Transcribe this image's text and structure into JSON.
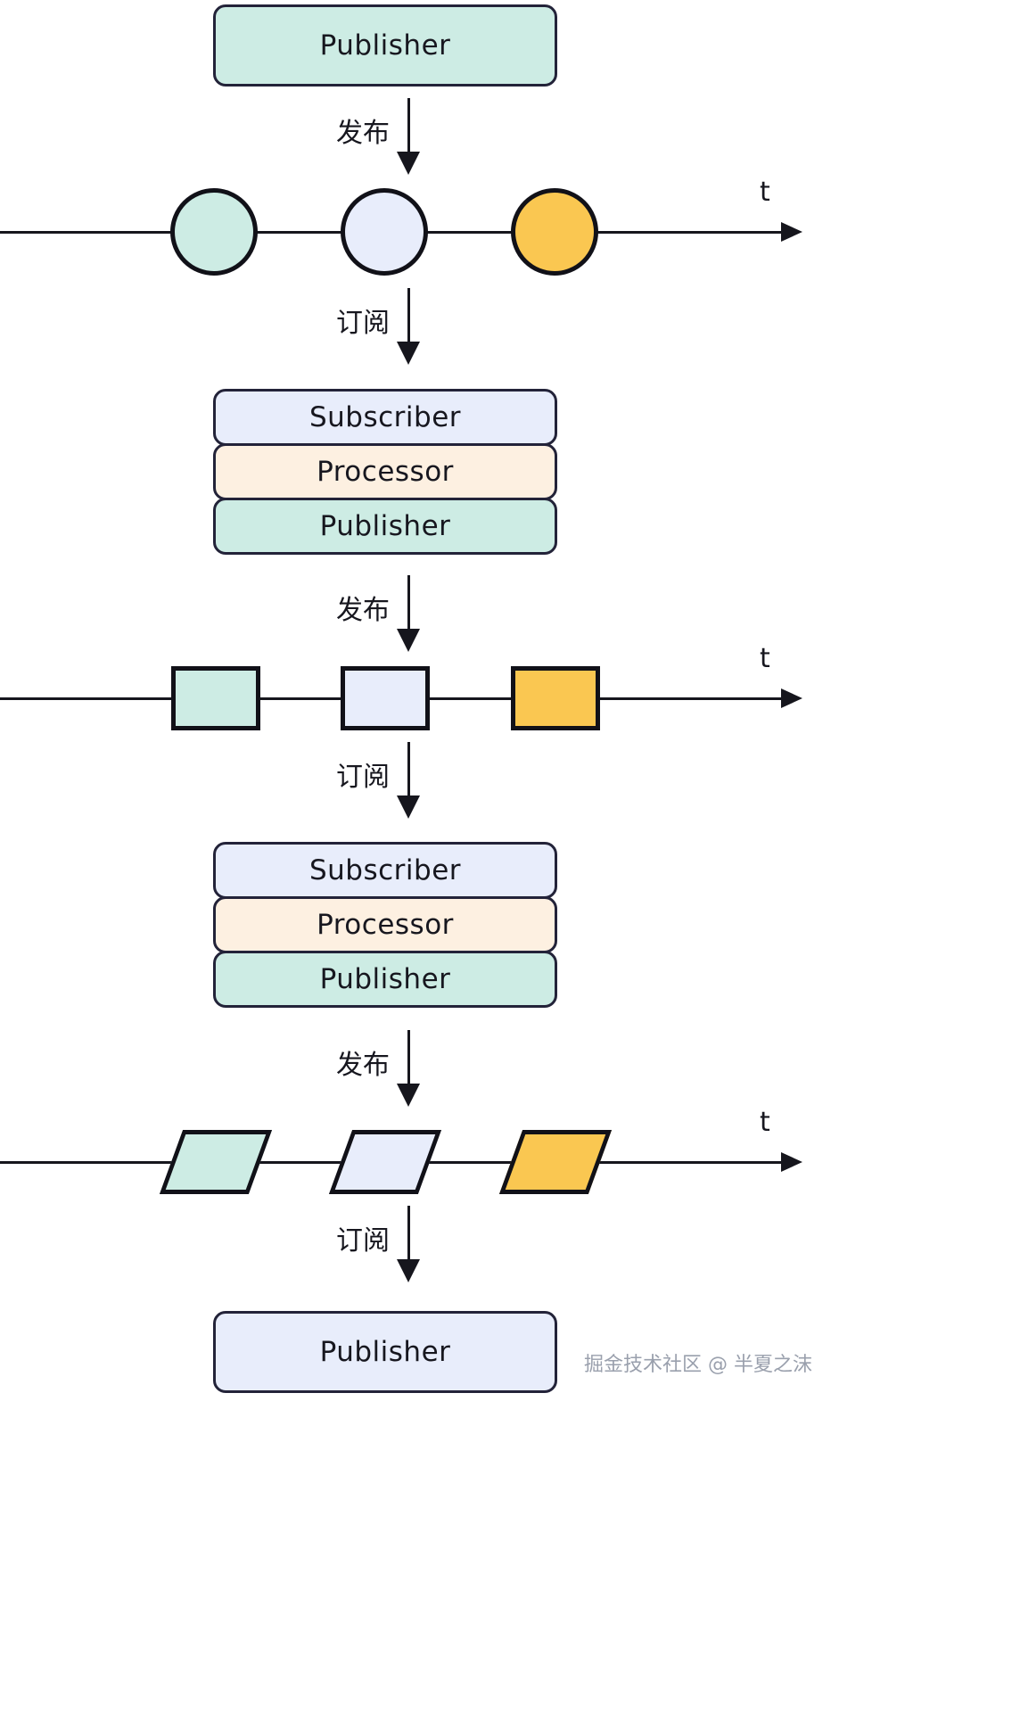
{
  "diagram": {
    "title": "Reactive Streams Publisher-Processor-Subscriber chain",
    "palette": {
      "mint": "#cdece4",
      "blue": "#e8edfb",
      "cream": "#fdf0e1",
      "amber": "#fac751",
      "stroke": "#232339",
      "axis": "#16161d",
      "watermark": "#9aa0ad"
    },
    "labels": {
      "publisher": "Publisher",
      "subscriber": "Subscriber",
      "processor": "Processor",
      "publish": "发布",
      "subscribe": "订阅",
      "time_axis": "t"
    },
    "top_box": {
      "label": "Publisher",
      "fill": "#cdece4"
    },
    "bottom_box": {
      "label": "Publisher",
      "fill": "#e8edfb"
    },
    "connectors": [
      {
        "label": "发布"
      },
      {
        "label": "订阅"
      },
      {
        "label": "发布"
      },
      {
        "label": "订阅"
      },
      {
        "label": "发布"
      },
      {
        "label": "订阅"
      }
    ],
    "stacks": [
      {
        "rows": [
          {
            "label": "Subscriber",
            "fill": "#e8edfb"
          },
          {
            "label": "Processor",
            "fill": "#fdf0e1"
          },
          {
            "label": "Publisher",
            "fill": "#cdece4"
          }
        ]
      },
      {
        "rows": [
          {
            "label": "Subscriber",
            "fill": "#e8edfb"
          },
          {
            "label": "Processor",
            "fill": "#fdf0e1"
          },
          {
            "label": "Publisher",
            "fill": "#cdece4"
          }
        ]
      }
    ],
    "timelines": [
      {
        "axis_label": "t",
        "shape": "circle",
        "tokens": [
          {
            "fill": "#cdece4"
          },
          {
            "fill": "#e8edfb"
          },
          {
            "fill": "#fac751"
          }
        ]
      },
      {
        "axis_label": "t",
        "shape": "rect",
        "tokens": [
          {
            "fill": "#cdece4"
          },
          {
            "fill": "#e8edfb"
          },
          {
            "fill": "#fac751"
          }
        ]
      },
      {
        "axis_label": "t",
        "shape": "parallelogram",
        "tokens": [
          {
            "fill": "#cdece4"
          },
          {
            "fill": "#e8edfb"
          },
          {
            "fill": "#fac751"
          }
        ]
      }
    ],
    "watermark": "掘金技术社区 @ 半夏之沫"
  }
}
